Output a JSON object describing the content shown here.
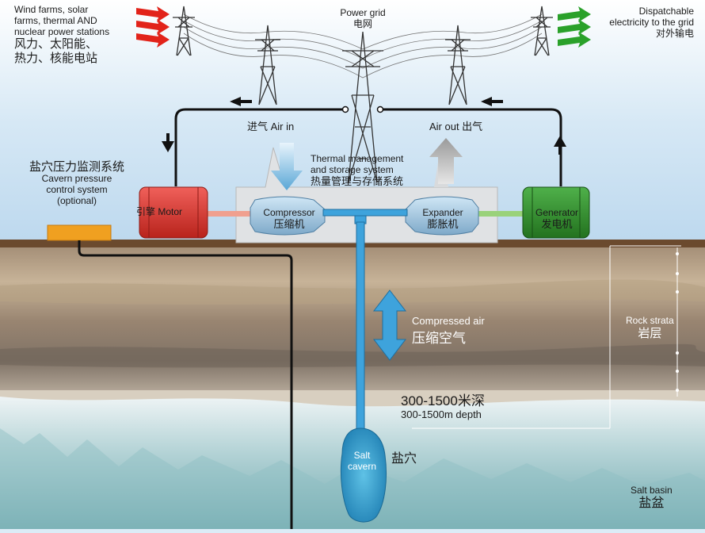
{
  "sources": {
    "line1": "Wind farms, solar",
    "line2": "farms, thermal AND",
    "line3": "nuclear power stations",
    "cn1": "风力、太阳能、",
    "cn2": "热力、核能电站"
  },
  "grid": {
    "en": "Power grid",
    "cn": "电网"
  },
  "dispatch": {
    "line1": "Dispatchable",
    "line2": "electricity to the grid",
    "cn": "对外输电"
  },
  "air_in": "进气 Air in",
  "air_out": "Air out 出气",
  "thermal": {
    "line1": "Thermal management",
    "line2": "and storage system",
    "cn": "热量管理与存储系统"
  },
  "pressure": {
    "cn": "盐穴压力监测系统",
    "line1": "Cavern pressure",
    "line2": "control system",
    "line3": "(optional)"
  },
  "motor": "引擎 Motor",
  "compressor": {
    "en": "Compressor",
    "cn": "压缩机"
  },
  "expander": {
    "en": "Expander",
    "cn": "膨胀机"
  },
  "generator": {
    "en": "Generator",
    "cn": "发电机"
  },
  "compressed_air": {
    "en": "Compressed air",
    "cn": "压缩空气"
  },
  "rock": {
    "en": "Rock strata",
    "cn": "岩层"
  },
  "depth": {
    "cn": "300-1500米深",
    "en": "300-1500m depth"
  },
  "cavern": {
    "en1": "Salt",
    "en2": "cavern",
    "cn": "盐穴"
  },
  "basin": {
    "en": "Salt basin",
    "cn": "盐盆"
  },
  "colors": {
    "motor": "#d9342b",
    "generator": "#2f8f2f",
    "pipe": "#3ea3dc",
    "ground": "#7a5a3c",
    "orange_box": "#f0a020"
  }
}
